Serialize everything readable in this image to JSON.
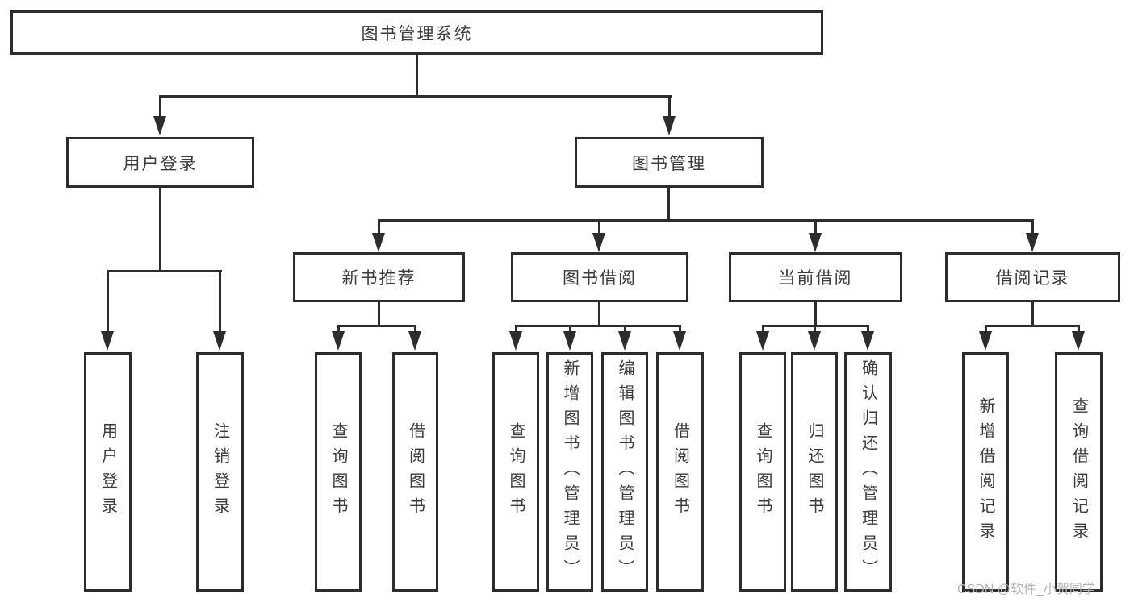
{
  "watermark": "CSDN @软件_小贺同学",
  "colors": {
    "line": "#2d2d2d",
    "box_border": "#2d2d2d",
    "text": "#3b3b3b",
    "watermark": "#b4b4b4",
    "background": "#ffffff"
  },
  "diagram": {
    "root": {
      "label": "图书管理系统"
    },
    "branches": [
      {
        "label": "用户登录",
        "children": [
          {
            "label": "用户登录"
          },
          {
            "label": "注销登录"
          }
        ]
      },
      {
        "label": "图书管理",
        "children": [
          {
            "label": "新书推荐",
            "children": [
              {
                "label": "查询图书"
              },
              {
                "label": "借阅图书"
              }
            ]
          },
          {
            "label": "图书借阅",
            "children": [
              {
                "label": "查询图书"
              },
              {
                "label": "新增图书（管理员）"
              },
              {
                "label": "编辑图书（管理员）"
              },
              {
                "label": "借阅图书"
              }
            ]
          },
          {
            "label": "当前借阅",
            "children": [
              {
                "label": "查询图书"
              },
              {
                "label": "归还图书"
              },
              {
                "label": "确认归还（管理员）"
              }
            ]
          },
          {
            "label": "借阅记录",
            "children": [
              {
                "label": "新增借阅记录"
              },
              {
                "label": "查询借阅记录"
              }
            ]
          }
        ]
      }
    ]
  }
}
